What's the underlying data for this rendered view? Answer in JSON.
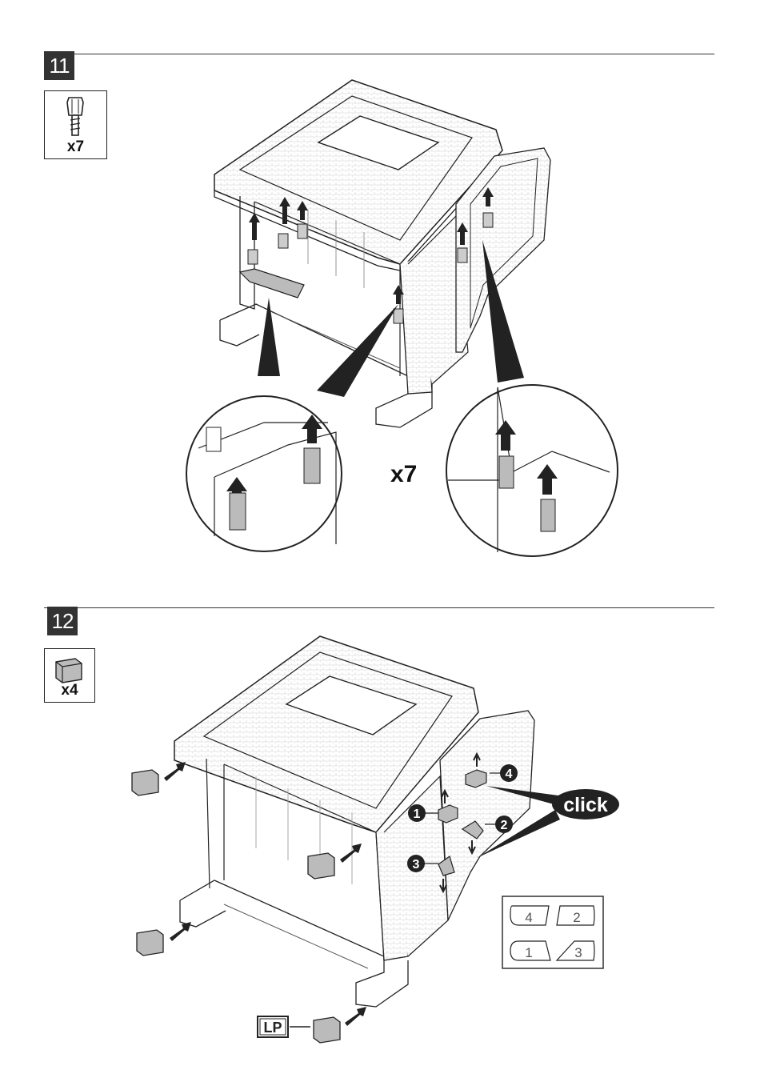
{
  "step11": {
    "number": "11",
    "part_quantity": "x7",
    "main_quantity": "x7",
    "part_icon": "peg-screw-icon"
  },
  "step12": {
    "number": "12",
    "part_quantity": "x4",
    "part_icon": "foot-cap-icon",
    "callouts": [
      "1",
      "2",
      "3",
      "4"
    ],
    "click_label": "click",
    "lp_label": "LP",
    "legend": [
      "4",
      "2",
      "1",
      "3"
    ]
  }
}
